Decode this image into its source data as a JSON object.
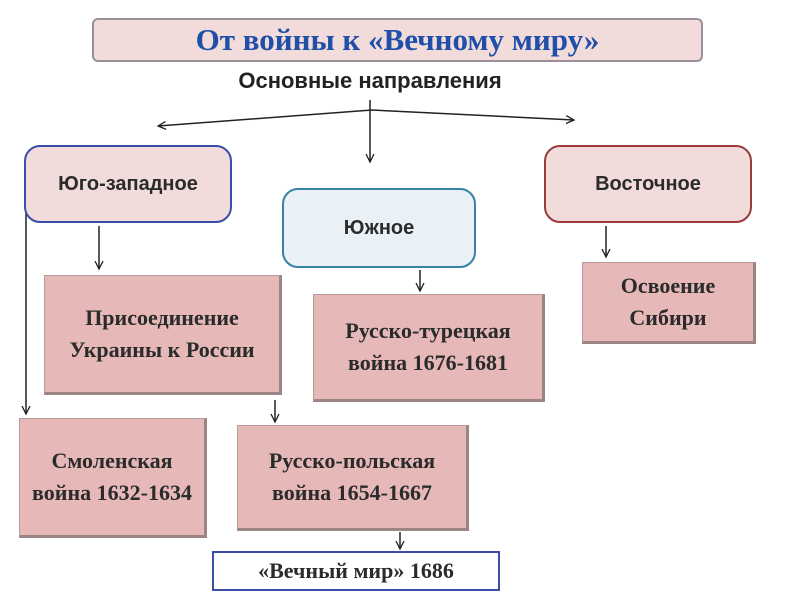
{
  "title": "От войны к «Вечному миру»",
  "subtitle": "Основные направления",
  "directions": {
    "southwest": "Юго-западное",
    "south": "Южное",
    "east": "Восточное"
  },
  "events": {
    "ukraine": "Присоединение Украины к России",
    "turkish_war": "Русско-турецкая война 1676-1681",
    "siberia": "Освоение Сибири",
    "smolensk_war": "Смоленская война 1632-1634",
    "polish_war": "Русско-польская война 1654-1667",
    "eternal_peace": "«Вечный мир» 1686"
  },
  "colors": {
    "title_text": "#1f4fa8",
    "box_fill": "#f2dcdb",
    "event_fill": "#e6b9b8"
  }
}
